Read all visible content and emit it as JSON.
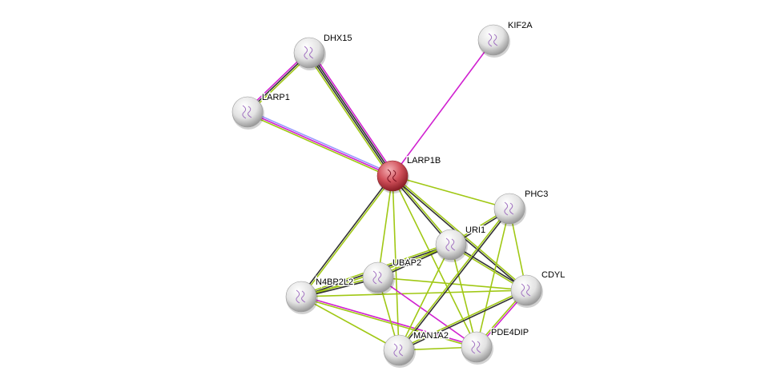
{
  "colors": {
    "textmining": "#a0c814",
    "coexpression": "#333333",
    "experiments": "#d020d0",
    "databases": "#9999ff",
    "query_node": "#c83c46",
    "node": "#e8e8e8"
  },
  "nodes": [
    {
      "id": "LARP1B",
      "label": "LARP1B",
      "query": true
    },
    {
      "id": "DHX15",
      "label": "DHX15"
    },
    {
      "id": "KIF2A",
      "label": "KIF2A"
    },
    {
      "id": "LARP1",
      "label": "LARP1"
    },
    {
      "id": "PHC3",
      "label": "PHC3"
    },
    {
      "id": "URI1",
      "label": "URI1"
    },
    {
      "id": "UBAP2",
      "label": "UBAP2"
    },
    {
      "id": "N4BP2L2",
      "label": "N4BP2L2"
    },
    {
      "id": "CDYL",
      "label": "CDYL"
    },
    {
      "id": "MAN1A2",
      "label": "MAN1A2"
    },
    {
      "id": "PDE4DIP",
      "label": "PDE4DIP"
    }
  ],
  "edges": [
    {
      "a": "LARP1B",
      "b": "DHX15",
      "types": [
        "textmining",
        "coexpression",
        "coexpression",
        "experiments"
      ]
    },
    {
      "a": "LARP1B",
      "b": "LARP1",
      "types": [
        "textmining",
        "experiments",
        "databases"
      ]
    },
    {
      "a": "LARP1",
      "b": "DHX15",
      "types": [
        "experiments",
        "coexpression",
        "textmining"
      ]
    },
    {
      "a": "LARP1B",
      "b": "KIF2A",
      "types": [
        "experiments"
      ]
    },
    {
      "a": "LARP1B",
      "b": "PHC3",
      "types": [
        "textmining"
      ]
    },
    {
      "a": "LARP1B",
      "b": "URI1",
      "types": [
        "textmining",
        "coexpression"
      ]
    },
    {
      "a": "LARP1B",
      "b": "CDYL",
      "types": [
        "textmining",
        "coexpression"
      ]
    },
    {
      "a": "LARP1B",
      "b": "N4BP2L2",
      "types": [
        "textmining",
        "coexpression"
      ]
    },
    {
      "a": "LARP1B",
      "b": "UBAP2",
      "types": [
        "textmining"
      ]
    },
    {
      "a": "LARP1B",
      "b": "MAN1A2",
      "types": [
        "textmining"
      ]
    },
    {
      "a": "LARP1B",
      "b": "PDE4DIP",
      "types": [
        "textmining"
      ]
    },
    {
      "a": "N4BP2L2",
      "b": "URI1",
      "types": [
        "textmining",
        "coexpression",
        "textmining"
      ]
    },
    {
      "a": "N4BP2L2",
      "b": "UBAP2",
      "types": [
        "textmining",
        "coexpression"
      ]
    },
    {
      "a": "N4BP2L2",
      "b": "CDYL",
      "types": [
        "textmining"
      ]
    },
    {
      "a": "N4BP2L2",
      "b": "MAN1A2",
      "types": [
        "textmining"
      ]
    },
    {
      "a": "N4BP2L2",
      "b": "PDE4DIP",
      "types": [
        "experiments",
        "textmining"
      ]
    },
    {
      "a": "UBAP2",
      "b": "URI1",
      "types": [
        "textmining",
        "coexpression"
      ]
    },
    {
      "a": "UBAP2",
      "b": "CDYL",
      "types": [
        "textmining"
      ]
    },
    {
      "a": "UBAP2",
      "b": "PDE4DIP",
      "types": [
        "experiments"
      ]
    },
    {
      "a": "UBAP2",
      "b": "MAN1A2",
      "types": [
        "textmining"
      ]
    },
    {
      "a": "URI1",
      "b": "PHC3",
      "types": [
        "textmining",
        "coexpression"
      ]
    },
    {
      "a": "URI1",
      "b": "CDYL",
      "types": [
        "coexpression",
        "textmining"
      ]
    },
    {
      "a": "URI1",
      "b": "MAN1A2",
      "types": [
        "textmining"
      ]
    },
    {
      "a": "URI1",
      "b": "PDE4DIP",
      "types": [
        "textmining"
      ]
    },
    {
      "a": "PHC3",
      "b": "MAN1A2",
      "types": [
        "coexpression",
        "textmining"
      ]
    },
    {
      "a": "PHC3",
      "b": "CDYL",
      "types": [
        "textmining"
      ]
    },
    {
      "a": "PHC3",
      "b": "PDE4DIP",
      "types": [
        "textmining"
      ]
    },
    {
      "a": "CDYL",
      "b": "MAN1A2",
      "types": [
        "coexpression",
        "textmining"
      ]
    },
    {
      "a": "CDYL",
      "b": "PDE4DIP",
      "types": [
        "experiments",
        "textmining"
      ]
    },
    {
      "a": "MAN1A2",
      "b": "PDE4DIP",
      "types": [
        "textmining"
      ]
    }
  ]
}
